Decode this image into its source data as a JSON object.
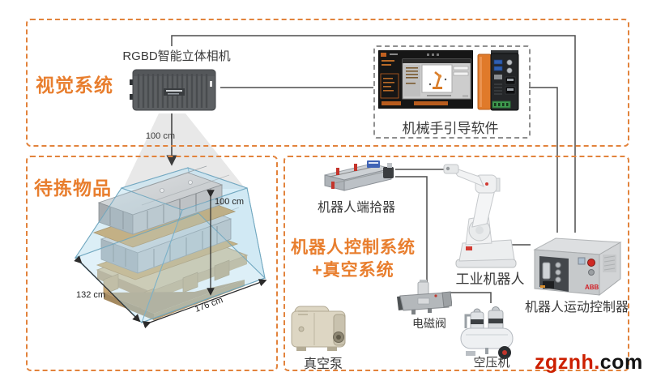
{
  "vision": {
    "title": "视觉系统",
    "camera_label": "RGBD智能立体相机",
    "camera_distance": "100 cm",
    "software_label": "机械手引导软件"
  },
  "items": {
    "title": "待拣物品",
    "dim_height": "100 cm",
    "dim_depth": "132 cm",
    "dim_width": "176 cm"
  },
  "robot": {
    "title_line1": "机器人控制系统",
    "title_line2": "+真空系统",
    "labels": {
      "end_effector": "机器人端拾器",
      "industrial_robot": "工业机器人",
      "motion_controller": "机器人运动控制器",
      "solenoid_valve": "电磁阀",
      "vacuum_pump": "真空泵",
      "air_compressor": "空压机"
    },
    "controller_brand": "ABB"
  },
  "watermark": {
    "site": "zgznh",
    "dot": ".",
    "tld": "com"
  },
  "colors": {
    "accent_orange": "#e87e2e",
    "box_dash_orange": "#e2833c",
    "inner_dash_gray": "#8f8f8f",
    "connection_line": "#4d4d4d",
    "watermark_red": "#cc1f00",
    "cone_blue": "#aad4e8"
  }
}
